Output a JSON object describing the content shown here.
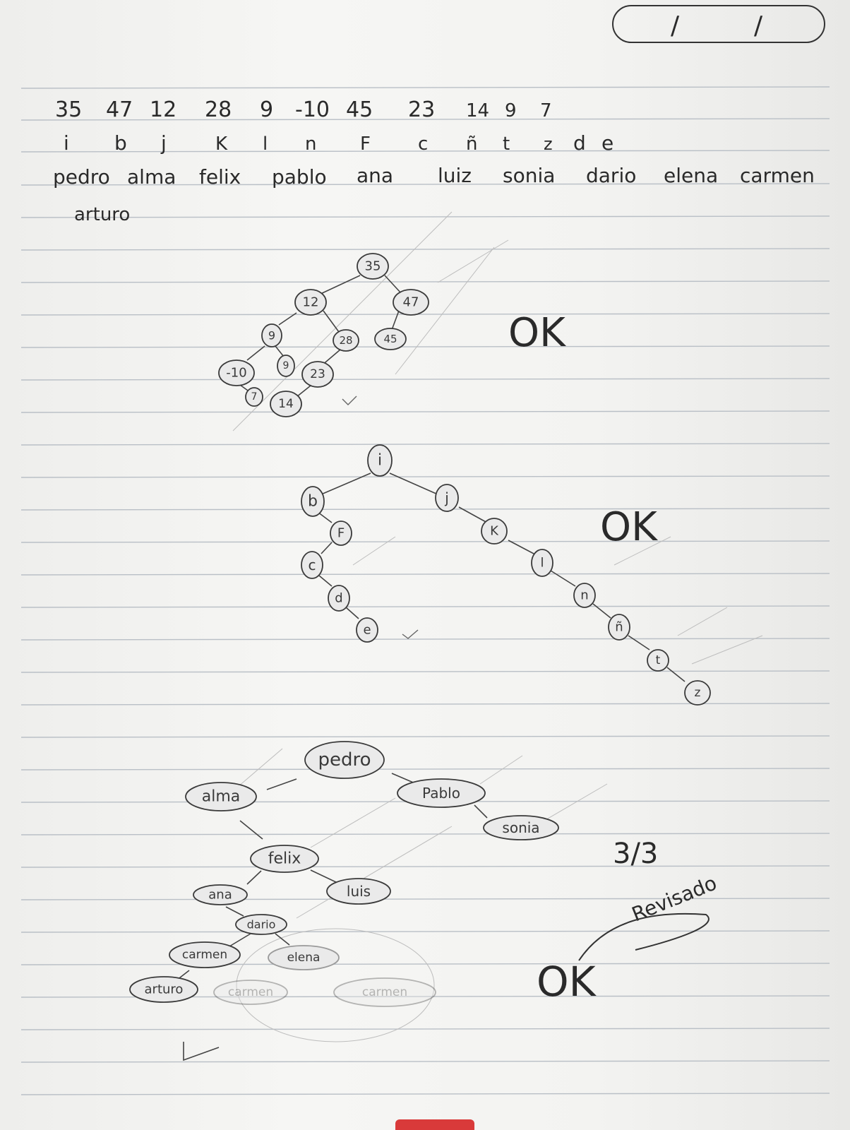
{
  "date_box": {
    "day_sep": "/",
    "month_sep": "/"
  },
  "header": {
    "line_numbers": [
      "35",
      "47",
      "12",
      "28",
      "9",
      "-10",
      "45",
      "23",
      "14",
      "9",
      "7"
    ],
    "line_letters": [
      "i",
      "b",
      "j",
      "K",
      "l",
      "n",
      "F",
      "c",
      "ñ",
      "t",
      "z",
      "d",
      "e"
    ],
    "line_names": [
      "pedro",
      "alma",
      "felix",
      "pablo",
      "ana",
      "luiz",
      "sonia",
      "dario",
      "elena",
      "carmen",
      "arturo"
    ]
  },
  "tree_numbers": {
    "nodes": [
      "35",
      "12",
      "47",
      "9",
      "28",
      "45",
      "-10",
      "9",
      "23",
      "7",
      "14"
    ]
  },
  "tree_letters": {
    "nodes": [
      "i",
      "b",
      "j",
      "F",
      "K",
      "c",
      "l",
      "d",
      "n",
      "e",
      "ñ",
      "t",
      "z"
    ]
  },
  "tree_names": {
    "nodes": [
      "pedro",
      "alma",
      "Pablo",
      "sonia",
      "felix",
      "ana",
      "luis",
      "dario",
      "carmen",
      "elena",
      "arturo",
      "carmen",
      "carmen"
    ]
  },
  "marks": {
    "ok_1": "OK",
    "ok_2": "OK",
    "ok_3": "OK",
    "score": "3/3",
    "reviewed": "Revisado"
  },
  "colors": {
    "paper": "#f3f3f1",
    "ink": "#2a2a2a",
    "pencil": "#4a4a4a",
    "rule": "#b9bfc6"
  }
}
